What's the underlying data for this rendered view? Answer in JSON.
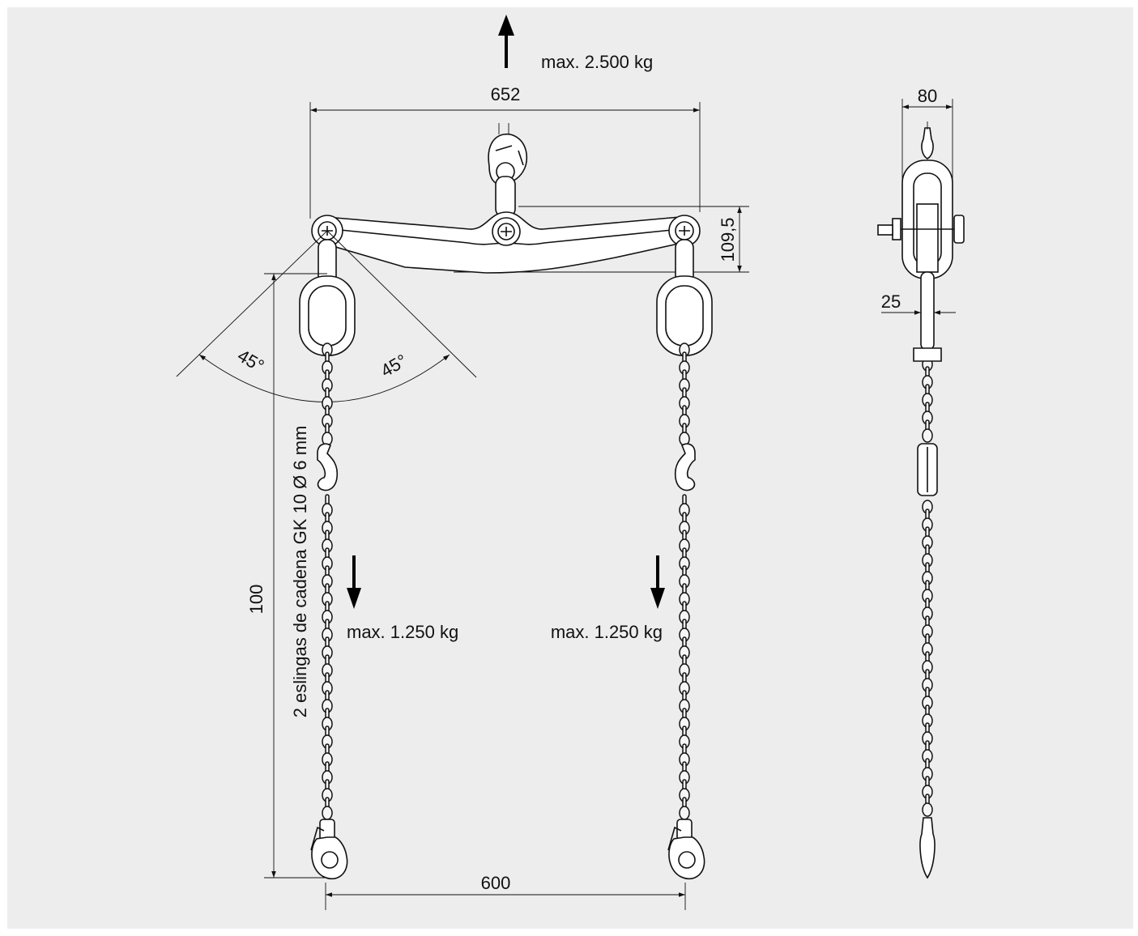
{
  "front_view": {
    "top_load_label": "max. 2.500 kg",
    "width_dim": "652",
    "beam_height_dim": "109,5",
    "left_angle_label": "45°",
    "right_angle_label": "45°",
    "chain_label": "2 eslingas de cadena GK 10 Ø 6 mm",
    "length_dim": "100",
    "left_load_label": "max. 1.250 kg",
    "right_load_label": "max. 1.250 kg",
    "spacing_dim": "600"
  },
  "side_view": {
    "width_dim": "80",
    "thickness_dim": "25"
  }
}
